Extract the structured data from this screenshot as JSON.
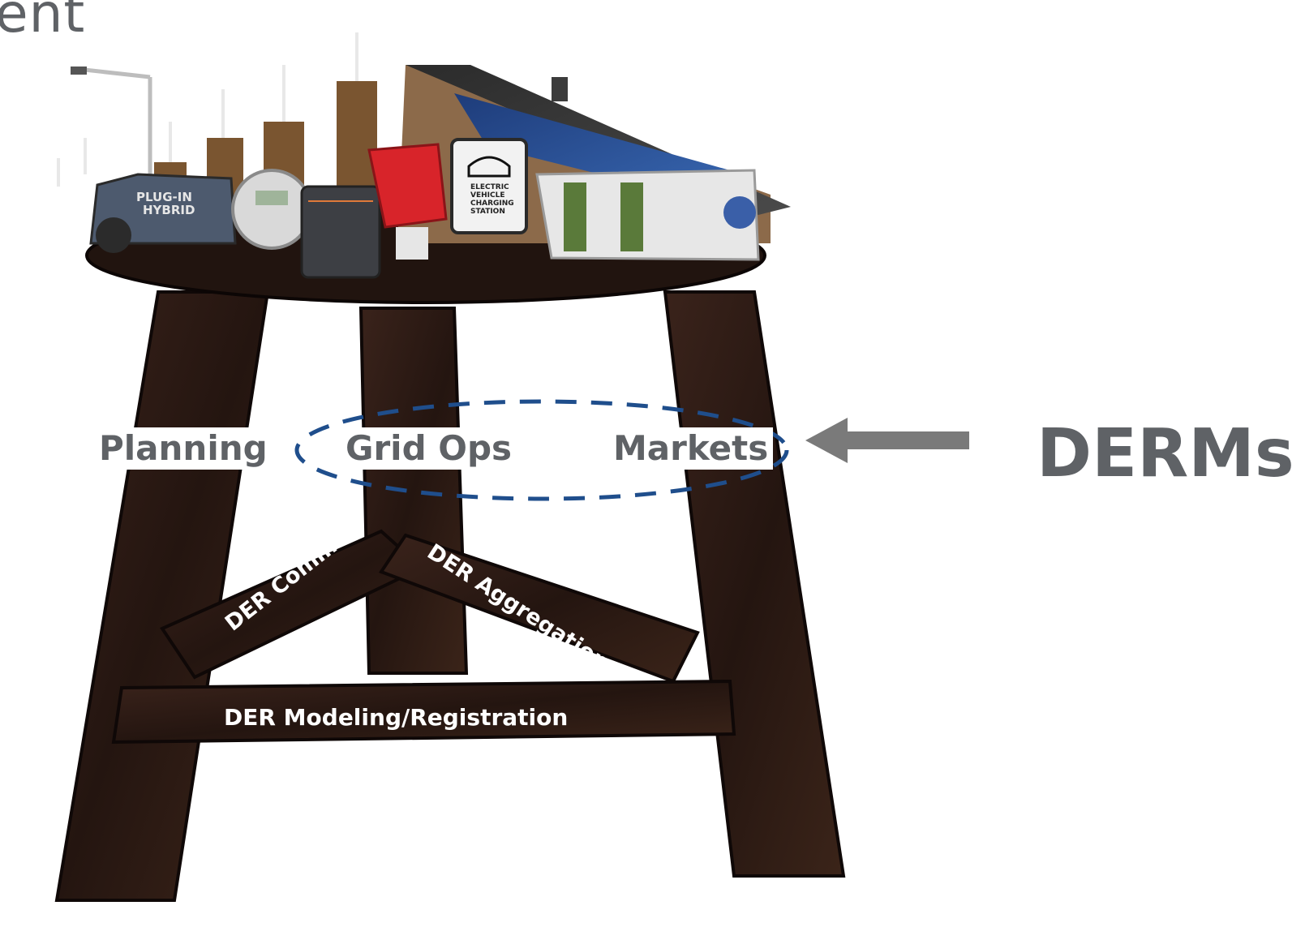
{
  "title_fragment": "ent",
  "stool": {
    "legs": {
      "planning": "Planning",
      "grid_ops": "Grid Ops",
      "markets": "Markets"
    },
    "rungs": {
      "comms": "DER Comms",
      "aggregation": "DER Aggregation",
      "modeling": "DER Modeling/Registration"
    }
  },
  "callout": {
    "label": "DERMs"
  },
  "seat_items": {
    "car_badge_line1": "PLUG-IN",
    "car_badge_line2": "HYBRID",
    "ev_sign": [
      "ELECTRIC",
      "VEHICLE",
      "CHARGING",
      "STATION"
    ]
  },
  "colors": {
    "label_gray": "#5f6266",
    "ellipse_blue": "#1f4e8c",
    "wood_dark": "#2a1a14",
    "arrow_gray": "#7a7a7a"
  }
}
